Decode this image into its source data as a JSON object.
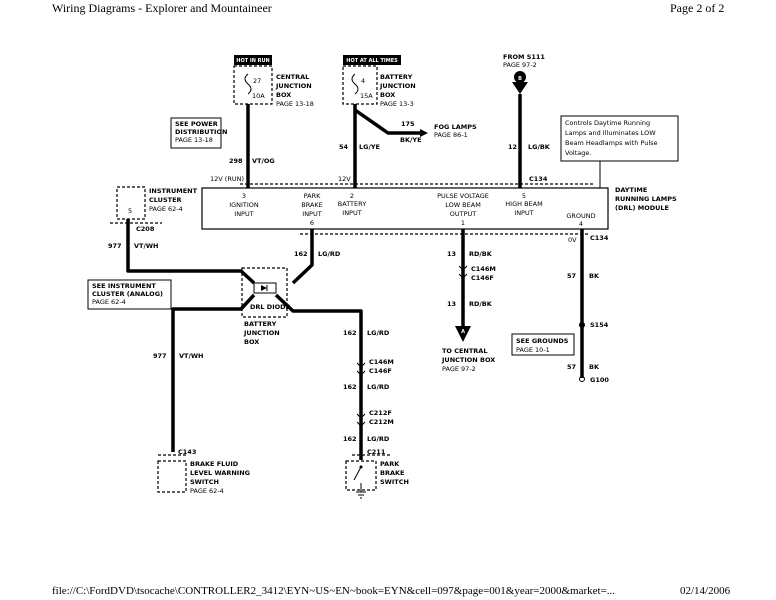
{
  "header": {
    "title": "Wiring Diagrams - Explorer and Mountaineer",
    "page": "Page 2 of 2"
  },
  "footer": {
    "path": "file://C:\\FordDVD\\tsocache\\CONTROLLER2_3412\\EYN~US~EN~book=EYN&cell=097&page=001&year=2000&market=...",
    "date": "02/14/2006"
  },
  "diagram": {
    "hot_run": "HOT IN RUN",
    "hot_always": "HOT AT ALL TIMES",
    "fuse1": {
      "number": "27",
      "rating": "10A",
      "box": [
        "CENTRAL",
        "JUNCTION",
        "BOX"
      ],
      "page": "PAGE 13-18"
    },
    "fuse2": {
      "number": "4",
      "rating": "15A",
      "box": [
        "BATTERY",
        "JUNCTION",
        "BOX"
      ],
      "page": "PAGE 13-3"
    },
    "from_s111": {
      "title": "FROM S111",
      "page": "PAGE 97-2",
      "letter": "B"
    },
    "see_power": {
      "lines": [
        "SEE POWER",
        "DISTRIBUTION"
      ],
      "page": "PAGE 13-18"
    },
    "fog": {
      "circuit": "175",
      "color": "BK/YE",
      "title": "FOG LAMPS",
      "page": "PAGE 86-1"
    },
    "wire_298": {
      "circuit": "298",
      "color": "VT/OG"
    },
    "wire_54": {
      "circuit": "54",
      "color": "LG/YE"
    },
    "wire_12": {
      "circuit": "12",
      "color": "LG/BK"
    },
    "note_lines": [
      "Controls Daytime Running",
      "Lamps and Illuminates LOW",
      "Beam Headlamps with Pulse",
      "Voltage."
    ],
    "c134_top": "C134",
    "v12run": "12V (RUN)",
    "v12": "12V",
    "v0": "0V",
    "module": {
      "lines": [
        "DAYTIME",
        "RUNNING LAMPS",
        "(DRL) MODULE"
      ],
      "ignition": [
        "3",
        "IGNITION",
        "INPUT"
      ],
      "park": [
        "PARK",
        "BRAKE",
        "INPUT",
        "6"
      ],
      "battery": [
        "2",
        "BATTERY",
        "INPUT"
      ],
      "pulse": [
        "PULSE VOLTAGE",
        "LOW BEAM",
        "OUTPUT",
        "1"
      ],
      "high": [
        "5",
        "HIGH BEAM",
        "INPUT"
      ],
      "ground": [
        "GROUND",
        "4"
      ]
    },
    "cluster": {
      "pin": "5",
      "lines": [
        "INSTRUMENT",
        "CLUSTER"
      ],
      "page": "PAGE 62-4",
      "connector": "C208"
    },
    "wire_977a": {
      "circuit": "977",
      "color": "VT/WH"
    },
    "see_cluster": {
      "lines": [
        "SEE INSTRUMENT",
        "CLUSTER (ANALOG)"
      ],
      "page": "PAGE 62-4"
    },
    "drl_diode": "DRL DIODE",
    "bjb_lines": [
      "BATTERY",
      "JUNCTION",
      "BOX"
    ],
    "wire_162a": {
      "circuit": "162",
      "color": "LG/RD"
    },
    "wire_162b": {
      "circuit": "162",
      "color": "LG/RD"
    },
    "wire_162c": {
      "circuit": "162",
      "color": "LG/RD"
    },
    "wire_162d": {
      "circuit": "162",
      "color": "LG/RD"
    },
    "wire_977b": {
      "circuit": "977",
      "color": "VT/WH"
    },
    "wire_13a": {
      "circuit": "13",
      "color": "RD/BK"
    },
    "wire_13b": {
      "circuit": "13",
      "color": "RD/BK"
    },
    "c146_a": [
      "C146M",
      "C146F"
    ],
    "c146_b": [
      "C146M",
      "C146F"
    ],
    "c212": [
      "C212F",
      "C212M"
    ],
    "c134_right": "C134",
    "wire_57a": {
      "circuit": "57",
      "color": "BK"
    },
    "wire_57b": {
      "circuit": "57",
      "color": "BK"
    },
    "s154": "S154",
    "g100": "G100",
    "see_grounds": {
      "title": "SEE GROUNDS",
      "page": "PAGE 10-1"
    },
    "to_central": {
      "letter": "A",
      "lines": [
        "TO CENTRAL",
        "JUNCTION BOX"
      ],
      "page": "PAGE 97-2"
    },
    "c143": "C143",
    "brake_fluid": {
      "lines": [
        "BRAKE FLUID",
        "LEVEL WARNING",
        "SWITCH"
      ],
      "page": "PAGE 62-4"
    },
    "c211": "C211",
    "park_brake": [
      "PARK",
      "BRAKE",
      "SWITCH"
    ]
  }
}
